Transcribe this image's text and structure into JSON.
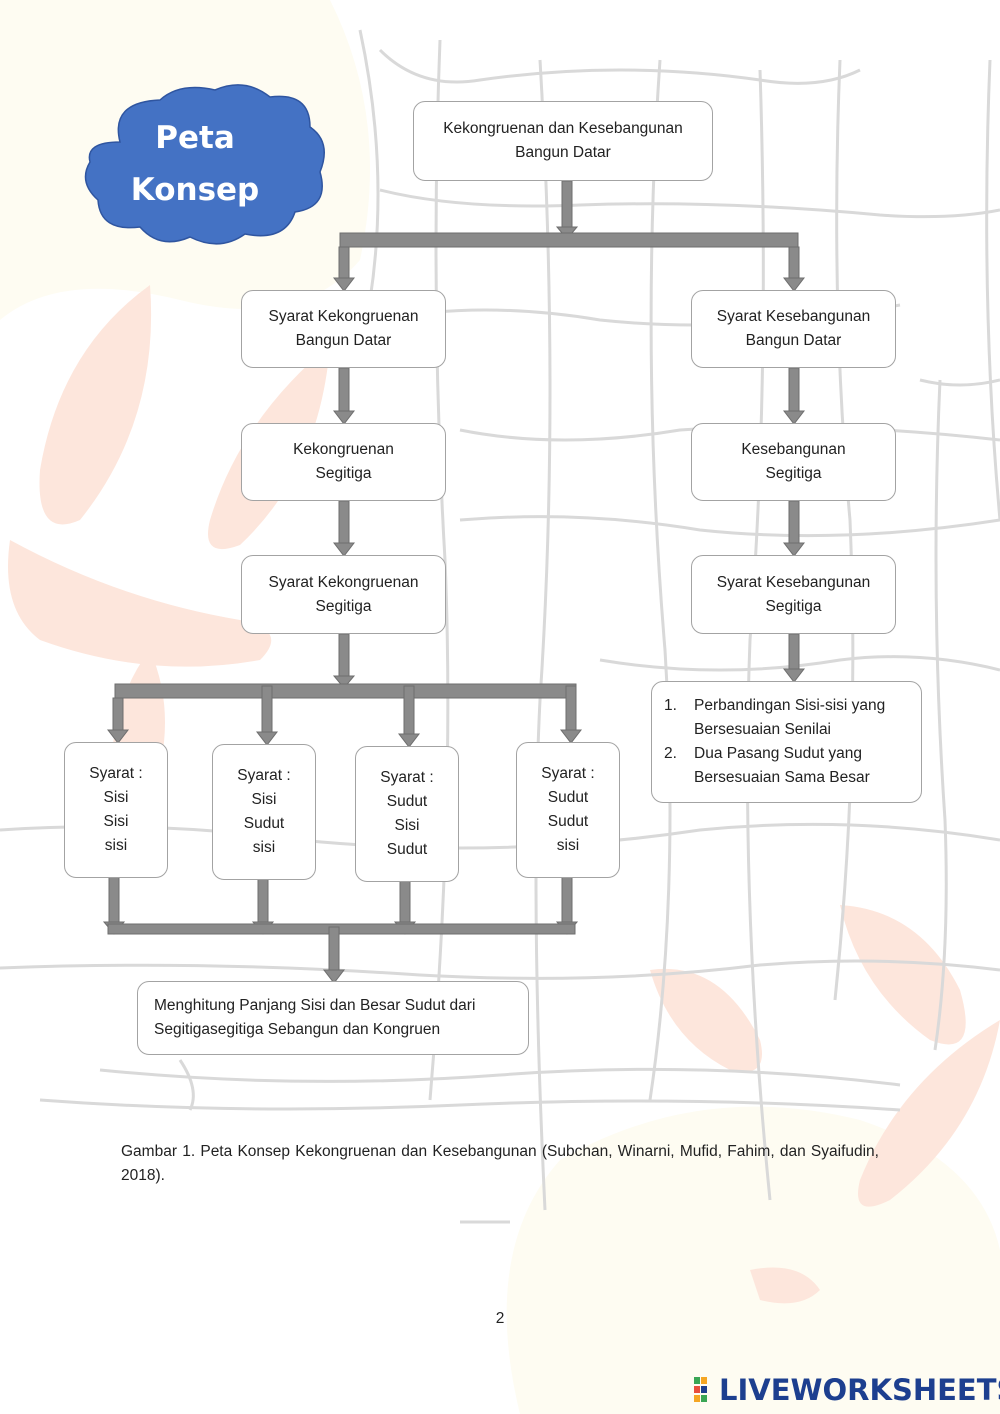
{
  "colors": {
    "cloud_fill": "#4472c4",
    "box_border": "#a3a3a3",
    "arrow_fill": "#8a8a8a",
    "arrow_stroke": "#6e6e6e",
    "decor_peach": "#fde6dc",
    "decor_cream": "#fefcf2",
    "grid_line": "#d9d9d9",
    "logo_blue": "#1d3f8f"
  },
  "title_cloud": {
    "text": "Peta\nKonsep"
  },
  "nodes": {
    "root": "Kekongruenan dan Kesebangunan\nBangun Datar",
    "syarat_kekongruenan_bangun_datar": "Syarat Kekongruenan\nBangun Datar",
    "kekongruenan_segitiga": "Kekongruenan\nSegitiga",
    "syarat_kekongruenan_segitiga": "Syarat Kekongruenan\nSegitiga",
    "syarat_kesebangunan_bangun_datar": "Syarat Kesebangunan\nBangun Datar",
    "kesebangunan_segitiga": "Kesebangunan\nSegitiga",
    "syarat_kesebangunan_segitiga": "Syarat Kesebangunan\nSegitiga",
    "syarat_sisi_sisi_sisi": "Syarat :\nSisi\nSisi\nsisi",
    "syarat_sisi_sudut_sisi": "Syarat :\nSisi\nSudut\nsisi",
    "syarat_sudut_sisi_sudut": "Syarat :\nSudut\nSisi\nSudut",
    "syarat_sudut_sudut_sisi": "Syarat :\nSudut\nSudut\nsisi",
    "final": "Menghitung Panjang Sisi dan Besar Sudut dari\nSegitigasegitiga Sebangun dan Kongruen"
  },
  "similarity_conditions": {
    "items": [
      {
        "num": "1.",
        "text": "Perbandingan Sisi-sisi yang\nBersesuaian Senilai"
      },
      {
        "num": "2.",
        "text": "Dua Pasang Sudut yang\nBersesuaian Sama Besar"
      }
    ]
  },
  "caption": "Gambar 1. Peta Konsep Kekongruenan dan Kesebangunan (Subchan, Winarni, Mufid, Fahim, dan Syaifudin, 2018).",
  "page_number": "2",
  "logo": {
    "text": "LIVEWORKSHEETS",
    "icon": "liveworksheets-logo-icon"
  }
}
